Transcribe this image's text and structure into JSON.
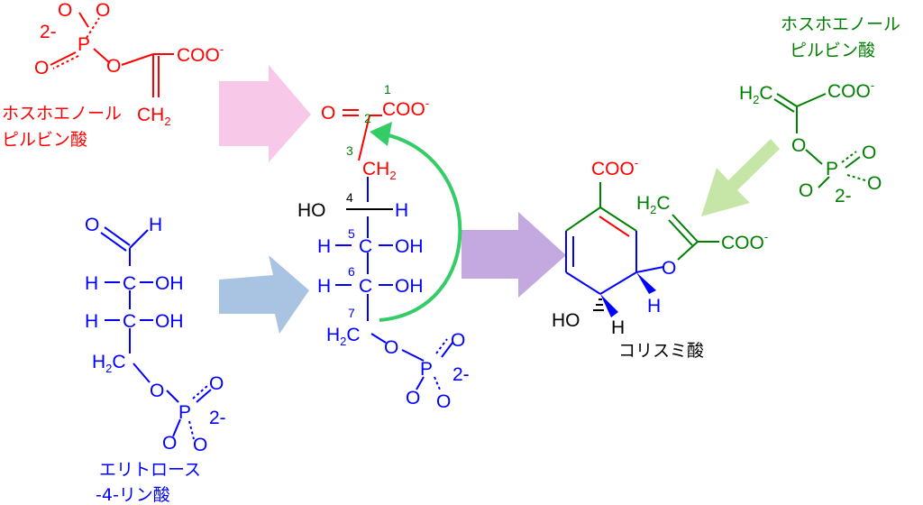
{
  "colors": {
    "pep": "#ff0000",
    "e4p": "#0000ff",
    "pep2": "#008000",
    "arrow_pink": "#f8c8e8",
    "arrow_blue": "#a9c3e3",
    "arrow_purple": "#c4a8e0",
    "arrow_green_big": "#c6e6a8",
    "arrow_curve": "#33cc66"
  },
  "pep_top": {
    "charge": "2-",
    "o1": "O",
    "o2": "O",
    "p": "P",
    "o3": "O",
    "o_link": "O",
    "coo": "COO",
    "coo_sup": "-",
    "ch2": "CH",
    "ch2_sub": "2",
    "name_line1": "ホスホエノール",
    "name_line2": "ピルビン酸"
  },
  "e4p": {
    "o": "O",
    "h_top": "H",
    "row1_h": "H",
    "row1_c": "C",
    "row1_oh": "OH",
    "row2_h": "H",
    "row2_c": "C",
    "row2_oh": "OH",
    "h2c": "H",
    "h2c_sub": "2",
    "h2c_c": "C",
    "o_link": "O",
    "p": "P",
    "o_up": "O",
    "o_down": "O",
    "charge": "2-",
    "name_line1": "エリトロース",
    "name_line2": "-4-リン酸"
  },
  "intermediate": {
    "o": "O",
    "coo": "COO",
    "coo_sup": "-",
    "ch2": "CH",
    "ch2_sub": "2",
    "ho4": "HO",
    "h4": "H",
    "h5": "H",
    "c5": "C",
    "oh5": "OH",
    "h6": "H",
    "c6": "C",
    "oh6": "OH",
    "h2c7": "H",
    "h2c7_sub": "2",
    "h2c7_c": "C",
    "o_link": "O",
    "p": "P",
    "o_up": "O",
    "o_down": "O",
    "charge": "2-",
    "nums": [
      "1",
      "2",
      "3",
      "4",
      "5",
      "6",
      "7"
    ]
  },
  "pep_right": {
    "name_line1": "ホスホエノール",
    "name_line2": "ピルビン酸",
    "h2c": "H",
    "h2c_sub": "2",
    "h2c_c": "C",
    "coo": "COO",
    "coo_sup": "-",
    "o_link": "O",
    "p": "P",
    "o_up": "O",
    "o_down": "O",
    "charge": "2-"
  },
  "chorismate": {
    "coo": "COO",
    "coo_sup": "-",
    "h2c": "H",
    "h2c_sub": "2",
    "h2c_c": "C",
    "coo2": "COO",
    "coo2_sup": "-",
    "o": "O",
    "h_right": "H",
    "ho": "HO",
    "h_bottom": "H",
    "name": "コリスミ酸"
  }
}
